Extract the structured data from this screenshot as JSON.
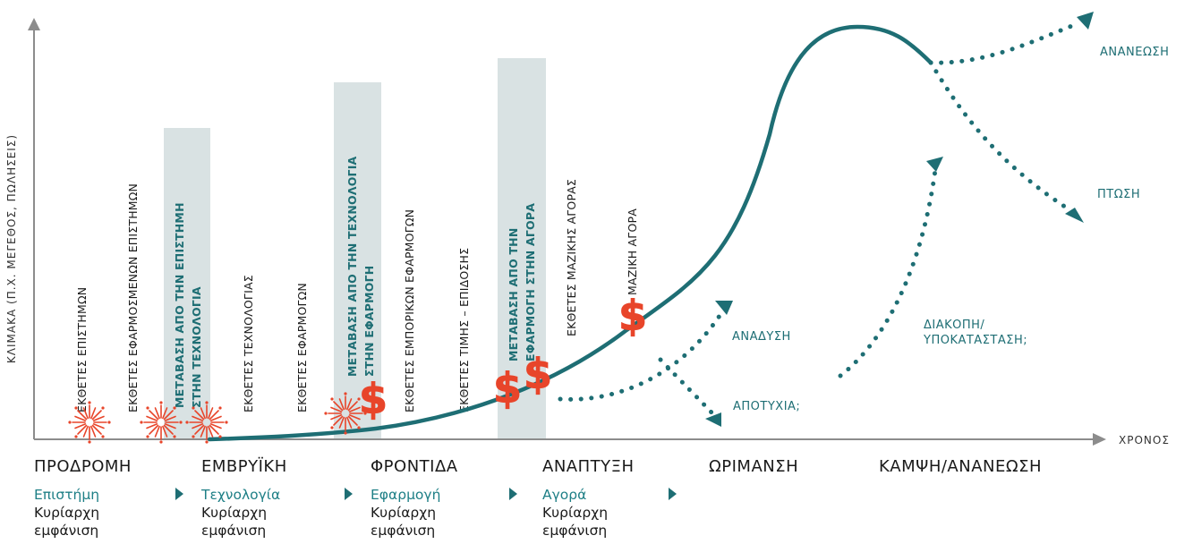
{
  "y_axis_label": "ΚΛΙΜΑΚΑ (Π.Χ. ΜΕΓΕΘΟΣ, ΠΩΛΗΣΕΙΣ)",
  "x_axis_label": "ΧΡΟΝΟΣ",
  "vertical_labels": {
    "l1": "ΕΚΘΕΤΕΣ ΕΠΙΣΤΗΜΩΝ",
    "l2": "ΕΚΘΕΤΕΣ ΕΦΑΡΜΟΣΜΕΝΩΝ ΕΠΙΣΤΗΜΩΝ",
    "l3": "ΕΚΘΕΤΕΣ ΤΕΧΝΟΛΟΓΙΑΣ",
    "l4": "ΕΚΘΕΤΕΣ ΕΦΑΡΜΟΓΩΝ",
    "l5": "ΕΚΘΕΤΕΣ ΕΜΠΟΡΙΚΩΝ ΕΦΑΡΜΟΓΩΝ",
    "l6": "ΕΚΘΕΤΕΣ ΤΙΜΗΣ – ΕΠΙΔΟΣΗΣ",
    "l7": "ΕΚΘΕΤΕΣ ΜΑΖΙΚΗΣ ΑΓΟΡΑΣ",
    "l8": "ΜΑΖΙΚΗ ΑΓΟΡΑ"
  },
  "transitions": {
    "t1a": "ΜΕΤΑΒΑΣΗ ΑΠΟ ΤΗΝ ΕΠΙΣΤΗΜΗ",
    "t1b": "ΣΤΗΝ ΤΕΧΝΟΛΟΓΙΑ",
    "t2a": "ΜΕΤΑΒΑΣΗ ΑΠΟ ΤΗΝ ΤΕΧΝΟΛΟΓΙΑ",
    "t2b": "ΣΤΗΝ ΕΦΑΡΜΟΓΗ",
    "t3a": "ΜΕΤΑΒΑΣΗ ΑΠΟ ΤΗΝ",
    "t3b": "ΕΦΑΡΜΟΓΗ ΣΤΗΝ ΑΓΟΡΑ"
  },
  "outcomes": {
    "renewal": "ΑΝΑΝΕΩΣΗ",
    "decline": "ΠΤΩΣΗ",
    "emergence": "ΑΝΑΔΥΣΗ",
    "failure": "ΑΠΟΤΥΧΙΑ;",
    "disruption_1": "ΔΙΑΚΟΠΗ/",
    "disruption_2": "ΥΠΟΚΑΤΑΣΤΑΣΗ;"
  },
  "dollar_sign": "$",
  "phases": [
    {
      "name": "ΠΡΟΔΡΟΜΗ",
      "sub1": "Επιστήμη",
      "sub2": "Κυρίαρχη",
      "sub3": "εμφάνιση"
    },
    {
      "name": "ΕΜΒΡΥΪΚΗ",
      "sub1": "Τεχνολογία",
      "sub2": "Κυρίαρχη",
      "sub3": "εμφάνιση"
    },
    {
      "name": "ΦΡΟΝΤΙΔΑ",
      "sub1": "Εφαρμογή",
      "sub2": "Κυρίαρχη",
      "sub3": "εμφάνιση"
    },
    {
      "name": "ΑΝΑΠΤΥΞΗ",
      "sub1": "Αγορά",
      "sub2": "Κυρίαρχη",
      "sub3": "εμφάνιση"
    },
    {
      "name": "ΩΡΙΜΑΝΣΗ"
    },
    {
      "name": "ΚΑΜΨΗ/ΑΝΑΝΕΩΣΗ"
    }
  ],
  "colors": {
    "teal": "#1e6e74",
    "teal_text": "#1e7f86",
    "highlight": "#d9e2e3",
    "red": "#e8452a",
    "axis": "#8c8c8c"
  }
}
